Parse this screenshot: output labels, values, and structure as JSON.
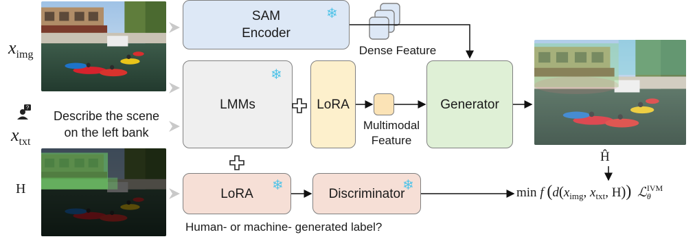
{
  "inputs": {
    "x_img_var": "x",
    "x_img_sub": "img",
    "x_txt_var": "x",
    "x_txt_sub": "txt",
    "h_label": "H",
    "prompt_line1": "Describe the scene",
    "prompt_line2": "on the left bank"
  },
  "blocks": {
    "sam_line1": "SAM",
    "sam_line2": "Encoder",
    "lmms": "LMMs",
    "lora_top": "LoRA",
    "generator": "Generator",
    "lora_bottom": "LoRA",
    "discriminator": "Discriminator",
    "plus_symbol": "+"
  },
  "features": {
    "dense": "Dense Feature",
    "multimodal_line1": "Multimodal",
    "multimodal_line2": "Feature"
  },
  "outputs": {
    "h_hat": "Ĥ",
    "objective_prefix": "min",
    "objective_f": "f",
    "objective_d": "d",
    "objective_args_x": "x",
    "objective_args_img": "img",
    "objective_args_txt": "txt",
    "objective_args_h": "H",
    "loss_symbol": "ℒ",
    "loss_sub": "θ",
    "loss_sup": "IVM"
  },
  "question": "Human- or machine- generated label?",
  "icons": {
    "frozen": "snowflake-icon",
    "user": "user-question-icon"
  },
  "colors": {
    "sam": "#dde8f6",
    "lmm": "#efefef",
    "lora_top": "#fdf0cc",
    "lora_bottom": "#f6dfd6",
    "generator": "#dff0d6",
    "frozen_icon": "#4fc3e8",
    "mask_overlay": "#6fd46a"
  }
}
